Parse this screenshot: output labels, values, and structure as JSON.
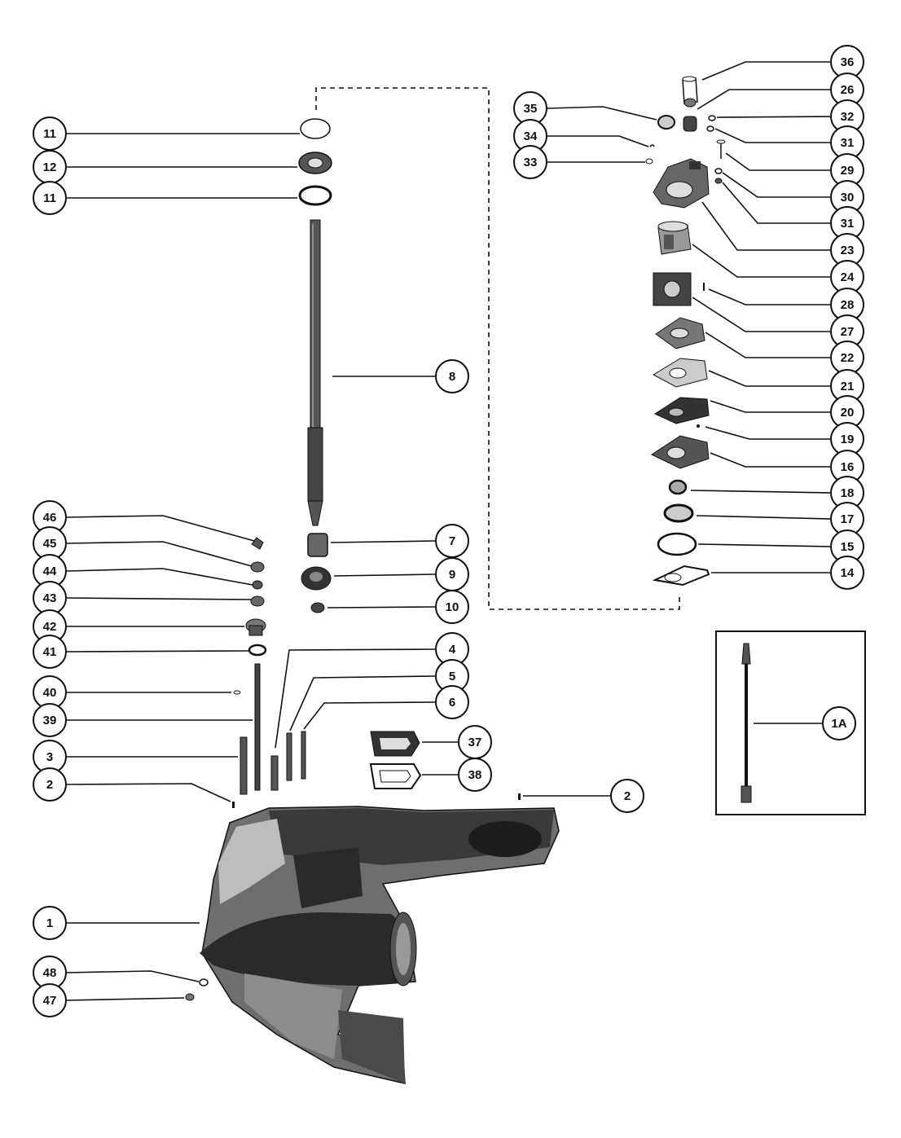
{
  "diagram": {
    "callouts": [
      {
        "id": "c-11a",
        "label": "11"
      },
      {
        "id": "c-12",
        "label": "12"
      },
      {
        "id": "c-11b",
        "label": "11"
      },
      {
        "id": "c-8",
        "label": "8"
      },
      {
        "id": "c-46",
        "label": "46"
      },
      {
        "id": "c-45",
        "label": "45"
      },
      {
        "id": "c-44",
        "label": "44"
      },
      {
        "id": "c-43",
        "label": "43"
      },
      {
        "id": "c-42",
        "label": "42"
      },
      {
        "id": "c-41",
        "label": "41"
      },
      {
        "id": "c-40",
        "label": "40"
      },
      {
        "id": "c-39",
        "label": "39"
      },
      {
        "id": "c-3",
        "label": "3"
      },
      {
        "id": "c-2a",
        "label": "2"
      },
      {
        "id": "c-1",
        "label": "1"
      },
      {
        "id": "c-48",
        "label": "48"
      },
      {
        "id": "c-47",
        "label": "47"
      },
      {
        "id": "c-7",
        "label": "7"
      },
      {
        "id": "c-9",
        "label": "9"
      },
      {
        "id": "c-10",
        "label": "10"
      },
      {
        "id": "c-4",
        "label": "4"
      },
      {
        "id": "c-5",
        "label": "5"
      },
      {
        "id": "c-6",
        "label": "6"
      },
      {
        "id": "c-37",
        "label": "37"
      },
      {
        "id": "c-38",
        "label": "38"
      },
      {
        "id": "c-2b",
        "label": "2"
      },
      {
        "id": "c-35",
        "label": "35"
      },
      {
        "id": "c-34",
        "label": "34"
      },
      {
        "id": "c-33",
        "label": "33"
      },
      {
        "id": "c-36",
        "label": "36"
      },
      {
        "id": "c-26",
        "label": "26"
      },
      {
        "id": "c-32",
        "label": "32"
      },
      {
        "id": "c-31a",
        "label": "31"
      },
      {
        "id": "c-29",
        "label": "29"
      },
      {
        "id": "c-30",
        "label": "30"
      },
      {
        "id": "c-31b",
        "label": "31"
      },
      {
        "id": "c-23",
        "label": "23"
      },
      {
        "id": "c-24",
        "label": "24"
      },
      {
        "id": "c-28",
        "label": "28"
      },
      {
        "id": "c-27",
        "label": "27"
      },
      {
        "id": "c-22",
        "label": "22"
      },
      {
        "id": "c-21",
        "label": "21"
      },
      {
        "id": "c-20",
        "label": "20"
      },
      {
        "id": "c-19",
        "label": "19"
      },
      {
        "id": "c-16",
        "label": "16"
      },
      {
        "id": "c-18",
        "label": "18"
      },
      {
        "id": "c-17",
        "label": "17"
      },
      {
        "id": "c-15",
        "label": "15"
      },
      {
        "id": "c-14",
        "label": "14"
      },
      {
        "id": "c-1a",
        "label": "1A"
      }
    ]
  },
  "colors": {
    "ink": "#111111",
    "paper": "#ffffff",
    "housing_dark": "#2a2a2a",
    "housing_mid": "#6e6e6e",
    "housing_light": "#bdbdbd"
  }
}
